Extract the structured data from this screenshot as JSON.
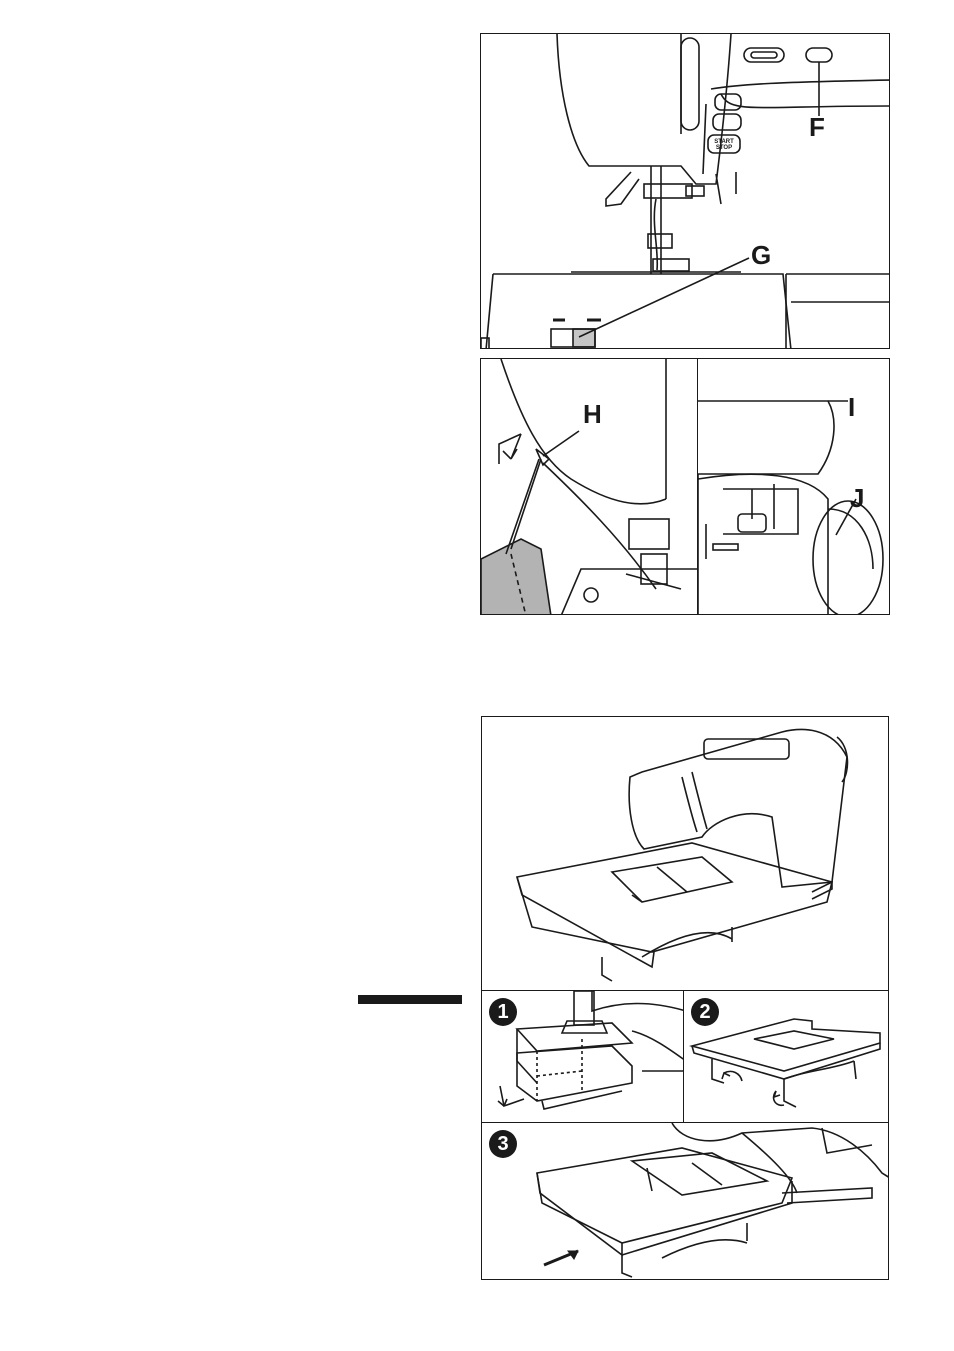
{
  "figures": {
    "top": {
      "callouts": {
        "f": "F",
        "g": "G"
      },
      "buttons": {
        "start_stop_line1": "START",
        "start_stop_line2": "STOP"
      }
    },
    "middle": {
      "callouts": {
        "h": "H",
        "i": "I",
        "j": "J"
      }
    },
    "bottom": {
      "steps": {
        "one": "1",
        "two": "2",
        "three": "3"
      }
    }
  },
  "colors": {
    "line": "#1a1a1a",
    "fabric": "#b3b3b3",
    "paper": "#ffffff"
  }
}
